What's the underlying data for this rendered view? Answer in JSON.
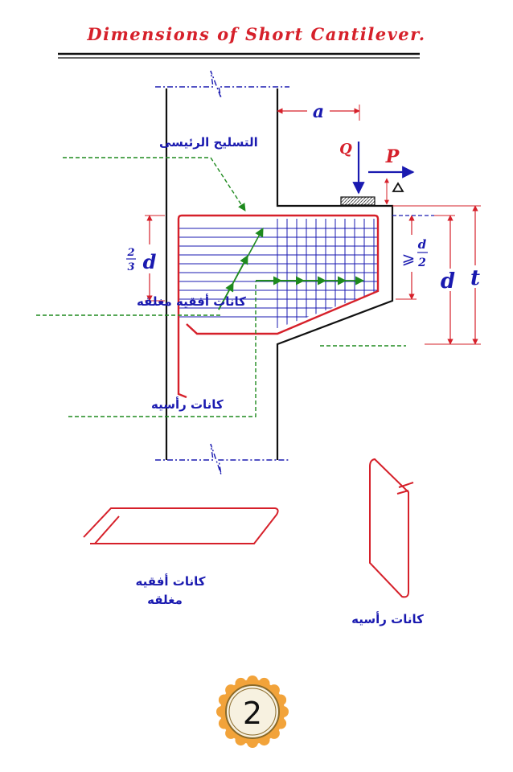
{
  "title": "Dimensions of Short Cantilever.",
  "labels": {
    "main_reinforcement": "التسليح الرئيسى",
    "closed_horizontal_stirrups": "كانات أفقيه مغلقه",
    "vertical_stirrups": "كانات رأسيه"
  },
  "dimensions": {
    "a": "a",
    "Q": "Q",
    "P": "P",
    "two_thirds_d_num": "2",
    "two_thirds_d_den": "3",
    "two_thirds_d_sym": "d",
    "ge": "⩾",
    "half_d_num": "d",
    "half_d_den": "2",
    "d": "d",
    "t": "t"
  },
  "legend": {
    "horizontal_line1": "كانات أفقيه",
    "horizontal_line2": "مغلقه",
    "vertical": "كانات رأسيه"
  },
  "page_number": "2",
  "colors": {
    "title": "#d6202a",
    "concrete_outline": "#111111",
    "reinforcement": "#d6202a",
    "stirrups": "#1a1ab0",
    "leaders": "#1e8a1e",
    "centerline": "#1a1ab0"
  }
}
